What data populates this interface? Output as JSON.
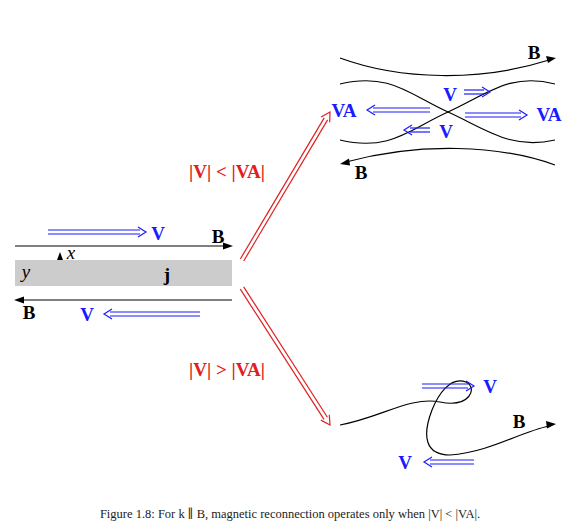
{
  "diagram": {
    "caption": "Figure 1.8: For k ∥ B, magnetic reconnection operates only when |V| < |VA|.",
    "nodes": [
      {
        "text": [
          "j"
        ]
      }
    ],
    "edges": [],
    "labels": [
      "V",
      "B",
      "x",
      "y",
      "B",
      "V",
      "|V| < |VA|",
      "|V| > |VA|",
      "B",
      "V",
      "VA",
      "VA",
      "V",
      "B",
      "V",
      "B",
      "V"
    ]
  }
}
